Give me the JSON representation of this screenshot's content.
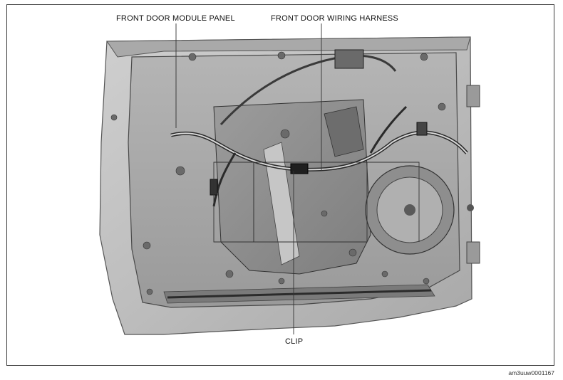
{
  "labels": {
    "module_panel": "FRONT DOOR MODULE PANEL",
    "wiring_harness": "FRONT DOOR WIRING HARNESS",
    "clip": "CLIP"
  },
  "figure_ref": "am3uuw0001167"
}
